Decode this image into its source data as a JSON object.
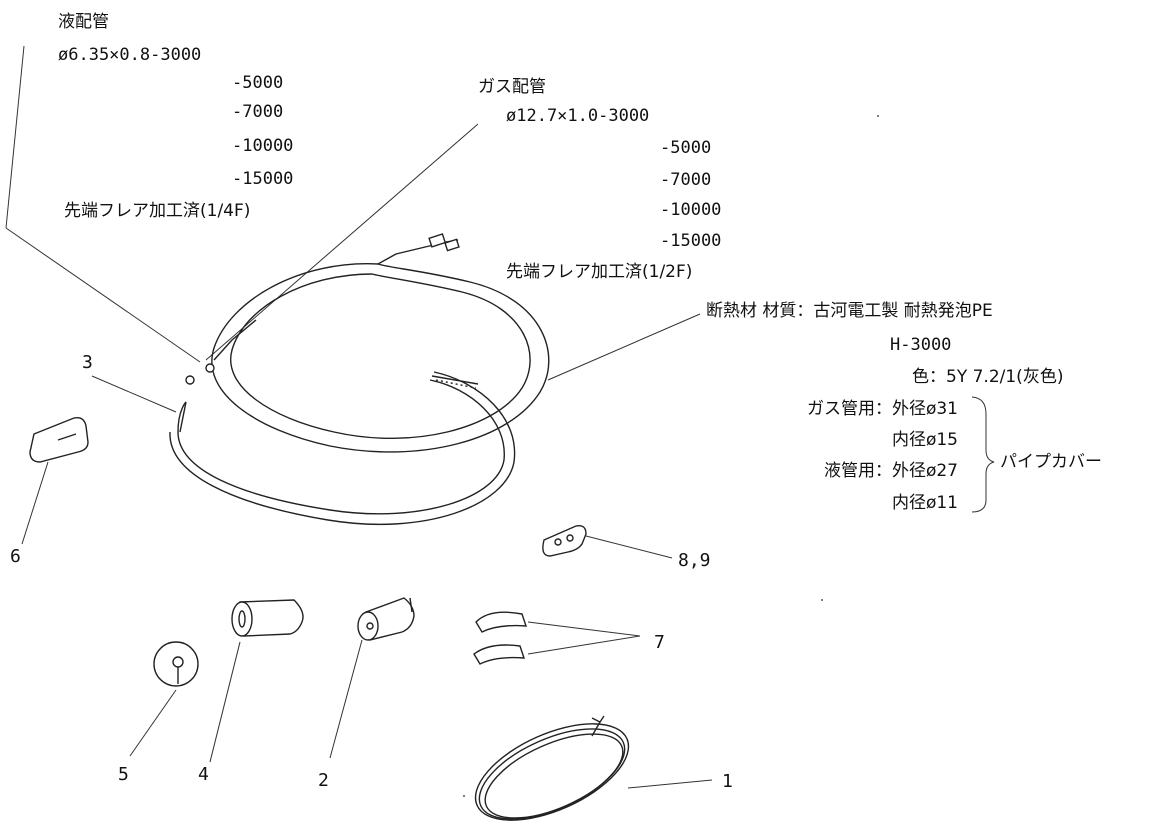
{
  "liquid_pipe": {
    "title": "液配管",
    "spec": "ø6.35×0.8-3000",
    "lengths": [
      "-5000",
      "-7000",
      "-10000",
      "-15000"
    ],
    "note": "先端フレア加工済(1/4F)"
  },
  "gas_pipe": {
    "title": "ガス配管",
    "spec": "ø12.7×1.0-3000",
    "lengths": [
      "-5000",
      "-7000",
      "-10000",
      "-15000"
    ],
    "note": "先端フレア加工済(1/2F)"
  },
  "insulation": {
    "line1": "断熱材 材質：古河電工製 耐熱発泡PE",
    "line2": "H-3000",
    "line3": "色：5Y 7.2/1(灰色)",
    "rows": [
      "ガス管用：外径ø31",
      "内径ø15",
      "液管用：外径ø27",
      "内径ø11"
    ],
    "group_label": "パイプカバー"
  },
  "callouts": [
    "1",
    "2",
    "3",
    "4",
    "5",
    "6",
    "7",
    "8,9"
  ]
}
